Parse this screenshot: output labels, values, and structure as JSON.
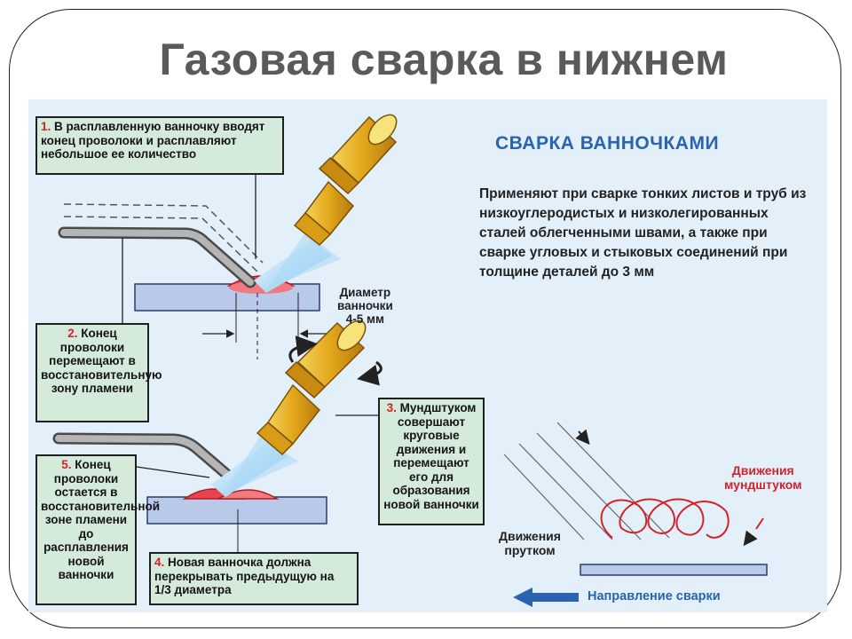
{
  "slide": {
    "title": "Газовая сварка в нижнем"
  },
  "steps": {
    "s1": {
      "num": "1.",
      "text": " В расплавленную ванночку вводят конец проволоки и расплавляют небольшое ее количество"
    },
    "s2": {
      "num": "2.",
      "text": " Конец проволоки перемещают в восстановительную зону пламени"
    },
    "s3": {
      "num": "3.",
      "text": " Мундштуком совершают круговые движения и перемещают его для образования новой ванночки"
    },
    "s4": {
      "num": "4.",
      "text": " Новая ванночка должна перекрывать предыдущую на 1/3 диаметра"
    },
    "s5": {
      "num": "5.",
      "text": " Конец проволоки остается в восстановительной зоне пламени до расплавления новой ванночки"
    }
  },
  "diagram": {
    "heading": "СВАРКА ВАННОЧКАМИ",
    "description": "Применяют при сварке тонких листов и труб из низкоуглеродистых и низколегированных сталей облегченными швами, а также при сварке угловых и стыковых соединений при толщине деталей до 3 мм",
    "diameter_label": {
      "l1": "Диаметр",
      "l2": "ванночки",
      "l3": "4-5 мм"
    },
    "nozzle_motion": {
      "l1": "Движения",
      "l2": "мундштуком"
    },
    "rod_motion": {
      "l1": "Движения",
      "l2": "прутком"
    },
    "direction": "Направление сварки"
  },
  "colors": {
    "title": "#5a5a5a",
    "heading": "#2a63b0",
    "accent_red": "#d2232a",
    "box_fill": "#d4eadb",
    "plate": "#b9c9ea",
    "nozzle": "#e8b420"
  }
}
